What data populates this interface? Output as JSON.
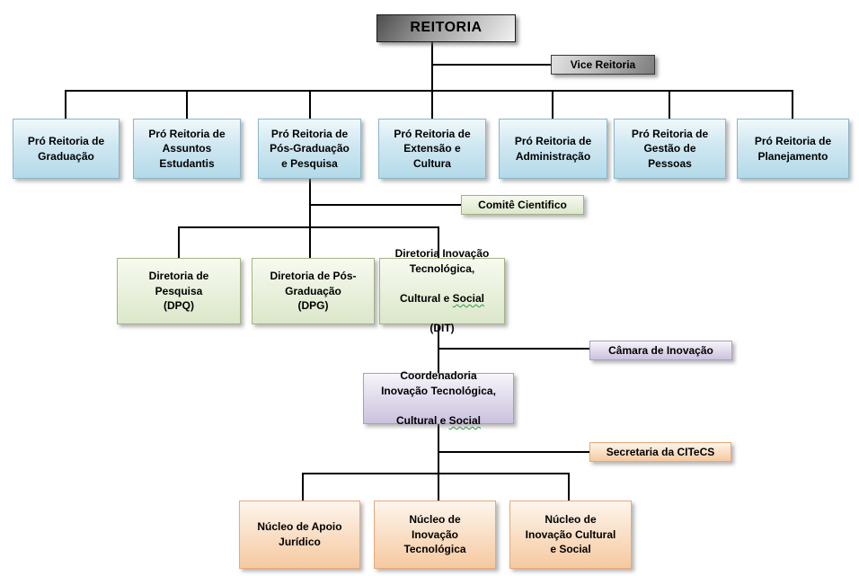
{
  "diagram": {
    "root": {
      "label": "REITORIA"
    },
    "vice": {
      "label": "Vice Reitoria"
    },
    "pro_reitorias": [
      {
        "label": "Pró Reitoria de\nGraduação"
      },
      {
        "label": "Pró Reitoria de\nAssuntos\nEstudantis"
      },
      {
        "label": "Pró Reitoria de\nPós-Graduação\ne Pesquisa"
      },
      {
        "label": "Pró Reitoria de\nExtensão e\nCultura"
      },
      {
        "label": "Pró Reitoria de\nAdministração"
      },
      {
        "label": "Pró Reitoria de\nGestão de\nPessoas"
      },
      {
        "label": "Pró Reitoria de\nPlanejamento"
      }
    ],
    "comite": {
      "label": "Comitê Cientifico"
    },
    "diretorias": [
      {
        "label": "Diretoria de\nPesquisa\n(DPQ)"
      },
      {
        "label": "Diretoria de Pós-\nGraduação\n(DPG)"
      },
      {
        "label_top": "Diretoria Inovação\nTecnológica,",
        "label_mid_prefix": "Cultural e ",
        "label_mid_squiggle": "Social",
        "label_bottom": "(DIT)"
      }
    ],
    "camara": {
      "label": "Câmara de Inovação"
    },
    "coordenadoria": {
      "label_top": "Coordenadoria\nInovação Tecnológica,",
      "label_mid_prefix": "Cultural e ",
      "label_mid_squiggle": "Social"
    },
    "secretaria": {
      "label": "Secretaria da CITeCS"
    },
    "nucleos": [
      {
        "label": "Núcleo de Apoio\nJurídico"
      },
      {
        "label": "Núcleo de\nInovação\nTecnológica"
      },
      {
        "label": "Núcleo de\nInovação Cultural\ne Social"
      }
    ],
    "colors": {
      "line": "#000000",
      "blue_fill_top": "#f0f8fb",
      "blue_fill_bottom": "#b3dae9",
      "blue_border": "#8ab6c9",
      "green_fill_top": "#f7faf0",
      "green_fill_bottom": "#dbe7c9",
      "green_border": "#a2b382",
      "purple_fill_top": "#f7f4fa",
      "purple_fill_bottom": "#cbc1de",
      "purple_border": "#a99dc3",
      "orange_fill_top": "#fdf5ec",
      "orange_fill_bottom": "#f6c9a0",
      "orange_border": "#e9a877",
      "gray_dark": "#4e4e4e",
      "gray_light": "#f2f2f2",
      "squiggle": "#2e9e3e"
    }
  }
}
